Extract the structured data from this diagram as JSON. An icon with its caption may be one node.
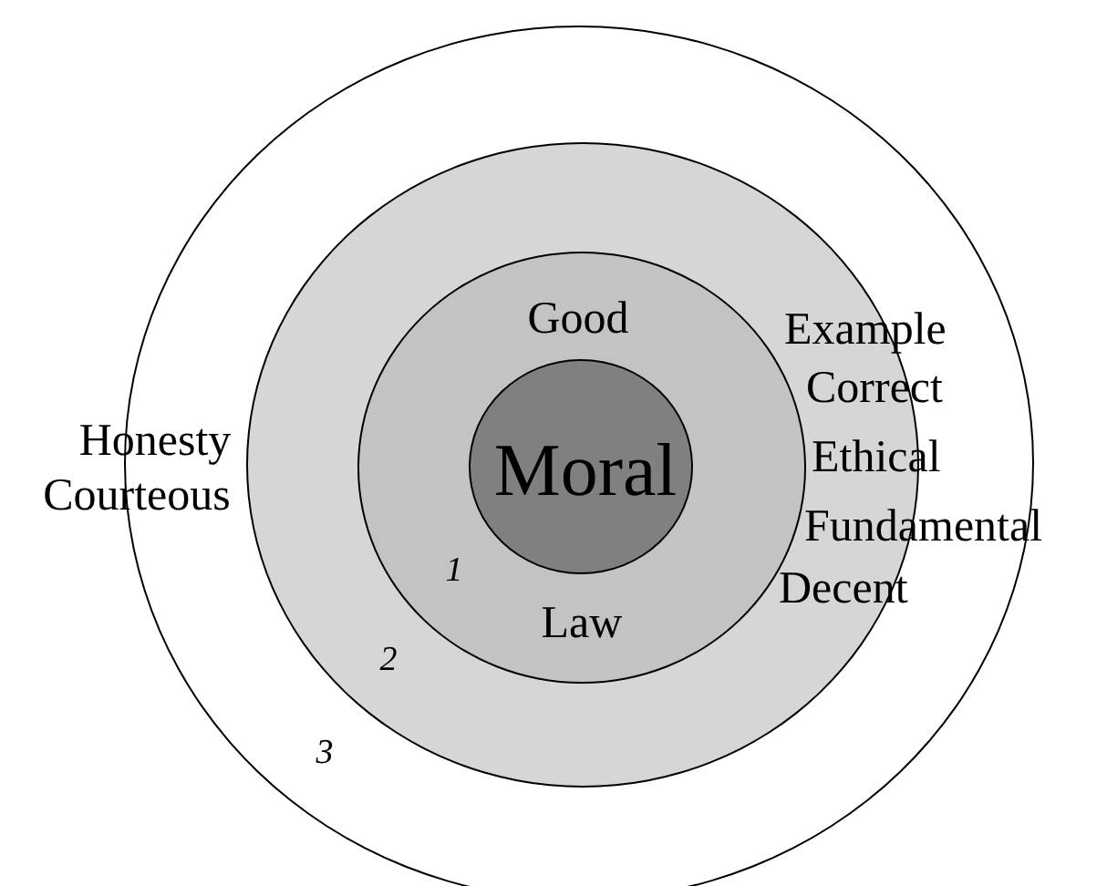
{
  "diagram": {
    "nodes": [
      {
        "text": [],
        "shape": "circle"
      },
      {
        "text": [],
        "shape": "circle",
        "in": 0
      },
      {
        "text": [
          "Good",
          "1",
          "Law"
        ],
        "in": 1
      },
      {
        "text": [
          "Moral"
        ],
        "in": 2
      }
    ],
    "labels": [
      "Honesty",
      "Courteous",
      "Example",
      "Correct",
      "Ethical",
      "Fundamental",
      "Decent",
      "2",
      "3"
    ]
  }
}
